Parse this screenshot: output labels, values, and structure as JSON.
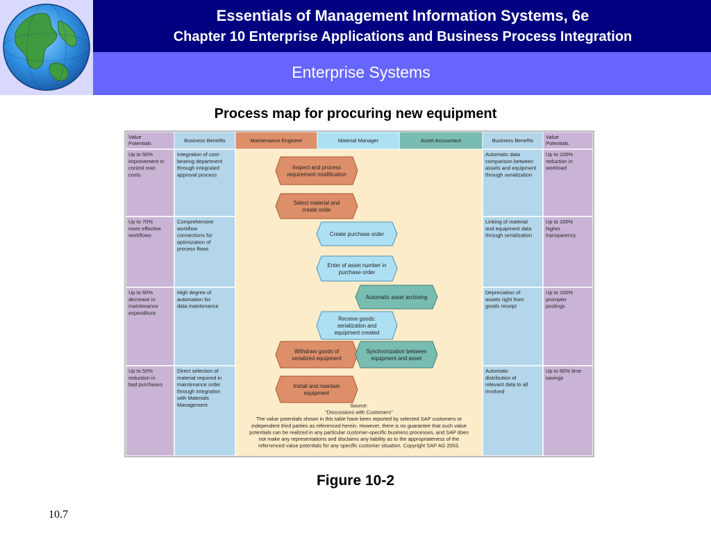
{
  "header": {
    "book_title": "Essentials of Management Information Systems, 6e",
    "chapter_title": "Chapter 10 Enterprise Applications and Business Process Integration",
    "section_title": "Enterprise Systems",
    "logo_icon": "globe-icon"
  },
  "diagram": {
    "title": "Process map for procuring new equipment",
    "colors": {
      "purple": "#c9b4d6",
      "blue": "#b4d6ea",
      "orange": "#dd8f6a",
      "lightblue": "#aee0f4",
      "teal": "#79bcb2",
      "cream": "#fdecc9"
    },
    "columns": {
      "left_value": "Value\nPotentials",
      "left_benefit": "Business Benefits",
      "maintenance": "Maintenance Engineer",
      "material": "Material Manager",
      "asset": "Asset Accountant",
      "right_benefit": "Business Benefits",
      "right_value": "Value\nPotentials"
    },
    "rows": [
      {
        "left_value": "Up to 50%\nimprovement in\ncontrol over\ncosts",
        "left_benefit": "Integration of cost-\nbearing department\nthrough integrated\napproval process",
        "right_benefit": "Automatic data\ncomparison between\nassets and equipment\nthrough serialization",
        "right_value": "Up to 100%\nreduction in\nworkload"
      },
      {
        "left_value": "Up to 70%\nmore effective\nworkflows",
        "left_benefit": "Comprehensive\nworkflow\nconnections for\noptimization of\nprocess flows",
        "right_benefit": "Linking of material\nand equipment data\nthrough serialization",
        "right_value": "Up to 100%\nhigher\ntransparency"
      },
      {
        "left_value": "Up to 60%\ndecrease in\nmaintenance\nexpenditure",
        "left_benefit": "High degree of\nautomation for\ndata maintenance",
        "right_benefit": "Depreciation of\nassets right from\ngoods receipt",
        "right_value": "Up to 100%\nprompter\npostings"
      },
      {
        "left_value": "Up to 50%\nreduction in\nbad purchases",
        "left_benefit": "Direct selection of\nmaterial required in\nmaintenance order\nthrough integration\nwith Materials\nManagement",
        "right_benefit": "Automatic\ndistribution of\nrelevant data to all\ninvolved",
        "right_value": "Up to 60% time\nsavings"
      }
    ],
    "steps": [
      {
        "label": "Inspect and process\nrequirement modification",
        "role": "maintenance"
      },
      {
        "label": "Select material and\ncreate order",
        "role": "maintenance"
      },
      {
        "label": "Create purchase order",
        "role": "material"
      },
      {
        "label": "Enter of asset number in\npurchase order",
        "role": "material"
      },
      {
        "label": "Automatic asset archiving",
        "role": "asset"
      },
      {
        "label": "Receive goods:\nserialization and\nequipment created",
        "role": "material"
      },
      {
        "label": "Withdraw goods of\nserialized equipment",
        "role": "maintenance"
      },
      {
        "label": "Synchronization between\nequipment and asset",
        "role": "asset"
      },
      {
        "label": "Install and maintain\nequipment",
        "role": "maintenance"
      }
    ],
    "source": "Source:\n\"Discussions with Customers\"\nThe value potentials shown in this table have been reported by selected SAP customers or\nindependent third parties as referenced herein. However, there is no guarantee that such value\npotentials can be realized in any particular customer-specific business processes, and SAP does\nnot make any representations and disclaims any liability as to the appropriateness of the\nreferrenced value potentials for any specific customer situation. Copyright SAP AG 2003."
  },
  "figure_label": "Figure 10-2",
  "slide_number": "10.7"
}
